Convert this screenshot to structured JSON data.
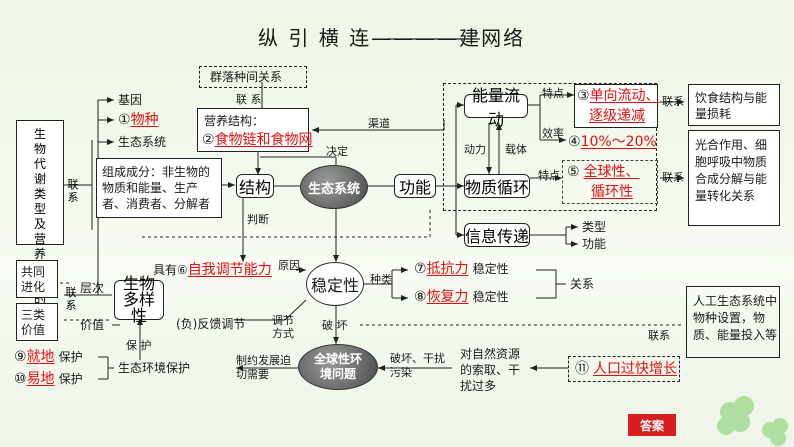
{
  "title": "纵 引 横 连————建网络",
  "ecosystem": "生态系统",
  "structure": "结构",
  "function": "功能",
  "stability": "稳定性",
  "global_issues": "全球性环境问题",
  "biodiversity": "生物多样性",
  "left_box": "生物代谢类型及营养物质的获取",
  "coevolution": "共同进化",
  "three_values": "三类价值",
  "gene": "基因",
  "species_prefix": "①",
  "species_answer": "物种",
  "eco_system_level": "生态系统",
  "community_relation": "群落种间关系",
  "relation_label": "联 系",
  "nutrition_structure_label": "营养结构：",
  "nutrition_prefix": "②",
  "nutrition_answer": "食物链和食物网",
  "channel": "渠道",
  "decide": "决定",
  "composition": "组成成分：非生物的物质和能量、生产者、消费者、分解者",
  "judge": "判断",
  "energy_flow": "能量流动",
  "material_cycle": "物质循环",
  "info_transfer": "信息传递",
  "power": "动力",
  "carrier": "载体",
  "feature1": "特点",
  "feature1_prefix": "③",
  "feature1_answer1": "单向流动、",
  "feature1_answer2": "逐级递减",
  "efficiency": "效率",
  "efficiency_prefix": "④",
  "efficiency_answer": "10%～20%",
  "feature2": "特点",
  "feature2_prefix": "⑤",
  "feature2_answer1": "全球性、",
  "feature2_answer2": "循环性",
  "link_right1": "联系",
  "link_right2": "联系",
  "right_box1": "饮食结构与能量损耗",
  "right_box2": "光合作用、细胞呼吸中物质合成分解与能量转化关系",
  "info_type": "类型",
  "info_function": "功能",
  "have_prefix": "具有⑥",
  "self_regulation": "自我调节能力",
  "reason": "原因",
  "kinds": "种类",
  "resistance_prefix": "⑦",
  "resistance_answer": "抵抗力",
  "resistance_suffix": "稳定性",
  "recovery_prefix": "⑧",
  "recovery_answer": "恢复力",
  "recovery_suffix": "稳定性",
  "relation": "关系",
  "artificial_box": "人工生态系统中物种设置，物质、能量投入等",
  "link_bottom": "联系",
  "levels": "层次",
  "value": "价值",
  "feedback": "(负)反馈调节",
  "regulation_method": "调节方式",
  "destroy": "破 坏",
  "protect": "保 护",
  "env_protection": "生态环境保护",
  "urgent": "制约发展迫切需要",
  "destroy_disturb": "破坏、干扰污染",
  "resource_text": "对自然资源的索取、干扰过多",
  "overpop_prefix": "⑪",
  "overpop_answer": "人口过快增长",
  "in_situ_prefix": "⑨",
  "in_situ_answer": "就地",
  "in_situ_suffix": "保护",
  "ex_situ_prefix": "⑩",
  "ex_situ_answer": "易地",
  "ex_situ_suffix": "保护",
  "link_left": "联系",
  "link_left2": "联系",
  "answer_button": "答案"
}
